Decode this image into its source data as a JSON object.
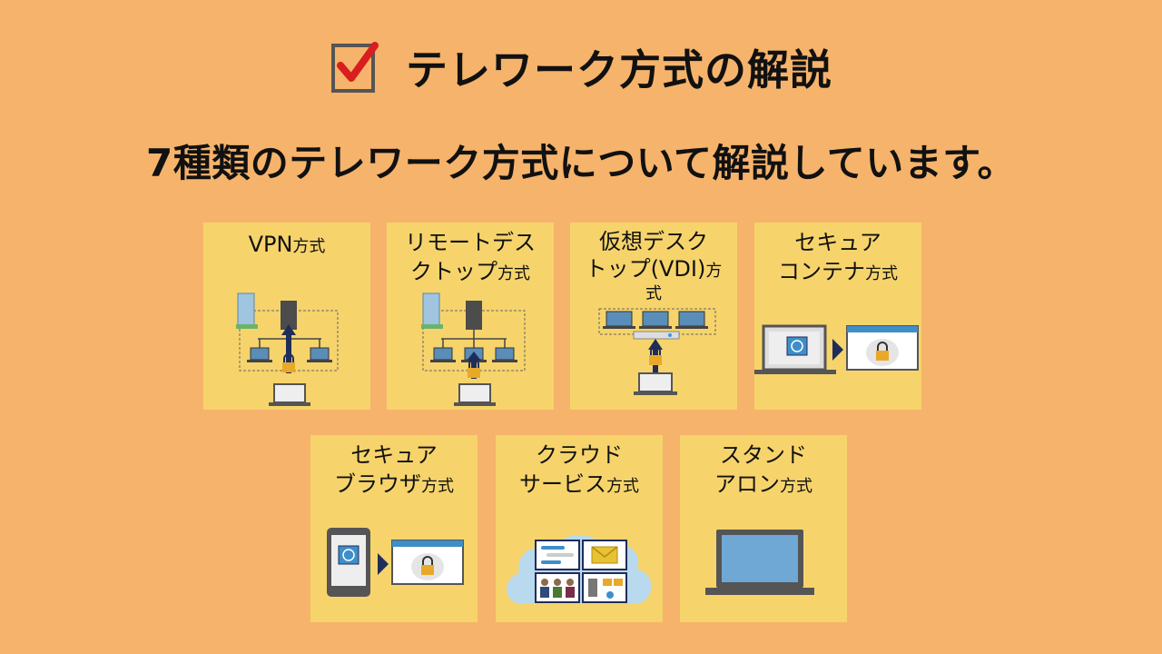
{
  "header": {
    "title": "テレワーク方式の解説",
    "subtitle": "7種類のテレワーク方式について解説しています。"
  },
  "cards": [
    {
      "line1": "VPN",
      "suffix": "方式",
      "line2": "",
      "icon": "vpn-network-icon"
    },
    {
      "line1": "リモートデス",
      "line2": "クトップ",
      "suffix": "方式",
      "icon": "remote-desktop-network-icon"
    },
    {
      "line1": "仮想デスク",
      "line2": "トップ(VDI)",
      "suffix": "方",
      "line3": "式",
      "icon": "vdi-network-icon"
    },
    {
      "line1": "セキュア",
      "line2": "コンテナ",
      "suffix": "方式",
      "icon": "laptop-to-secure-window-icon"
    },
    {
      "line1": "セキュア",
      "line2": "ブラウザ",
      "suffix": "方式",
      "icon": "tablet-to-secure-window-icon"
    },
    {
      "line1": "クラウド",
      "line2": "サービス",
      "suffix": "方式",
      "icon": "cloud-services-icon"
    },
    {
      "line1": "スタンド",
      "line2": "アロン",
      "suffix": "方式",
      "icon": "standalone-laptop-icon"
    }
  ],
  "colors": {
    "background": "#F6B36B",
    "card": "#F6D46B",
    "check_red": "#D81E1E",
    "arrow_navy": "#1F2D5A",
    "lock_gold": "#E8A92A"
  }
}
